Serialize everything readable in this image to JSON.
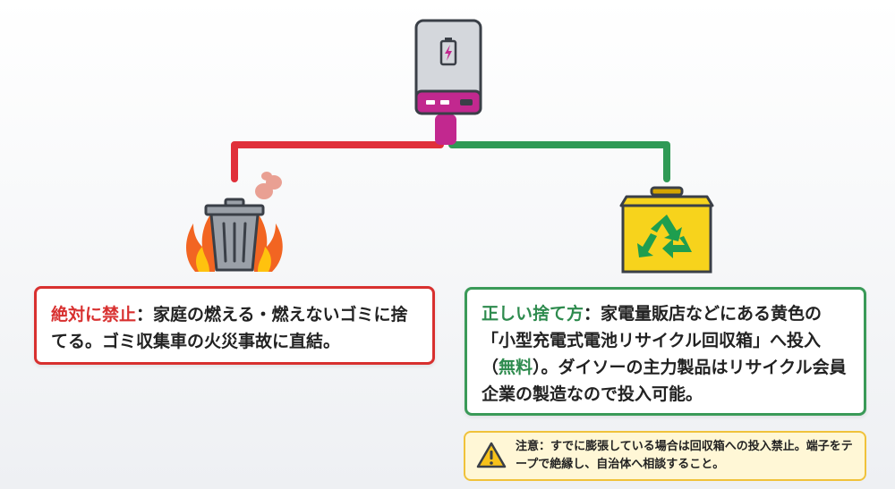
{
  "prohibited": {
    "heading": "絶対に禁止",
    "separator": "：",
    "text": "家庭の燃える・燃えないゴミに捨てる。ゴミ収集車の火災事故に直結。"
  },
  "correct": {
    "heading": "正しい捨て方",
    "separator": "：",
    "text_1": "家電量販店などにある黄色の「小型充電式電池リサイクル回収箱」へ投入（",
    "free": "無料",
    "text_2": "）。ダイソーの主力製品はリサイクル会員企業の製造なので投入可能。"
  },
  "caution": {
    "label": "注意：",
    "text": "すでに膨張している場合は回収箱への投入禁止。端子をテープで絶縁し、自治体へ相談すること。"
  },
  "colors": {
    "danger": "#d8302f",
    "safe": "#3a9a58",
    "warning": "#f0c23a",
    "bank_accent": "#c2288f"
  },
  "icons": [
    "power-bank-icon",
    "burning-trash-can-icon",
    "recycle-box-icon",
    "warning-icon"
  ]
}
